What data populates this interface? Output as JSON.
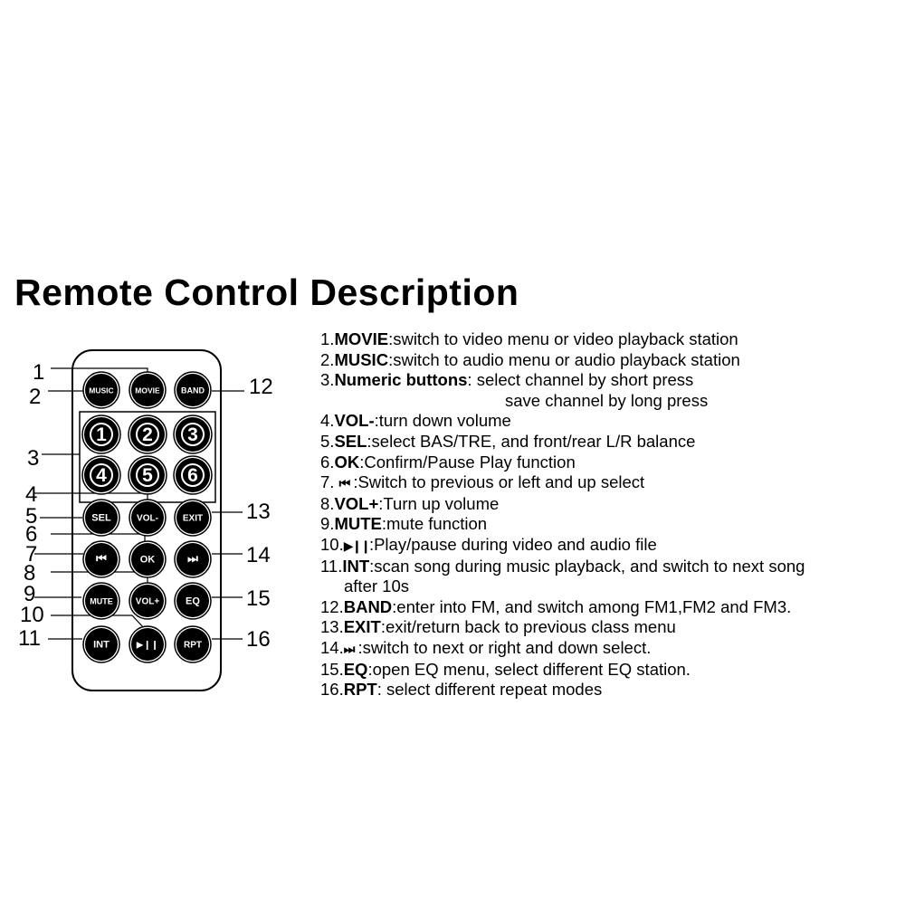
{
  "title": "Remote Control Description",
  "remote": {
    "rows": [
      [
        {
          "label": "MUSIC",
          "size": 8.5
        },
        {
          "label": "MOVIE",
          "size": 8.5
        },
        {
          "label": "BAND",
          "size": 9
        }
      ],
      [
        {
          "label": "1",
          "size": 21
        },
        {
          "label": "2",
          "size": 21
        },
        {
          "label": "3",
          "size": 21
        }
      ],
      [
        {
          "label": "4",
          "size": 21
        },
        {
          "label": "5",
          "size": 21
        },
        {
          "label": "6",
          "size": 21
        }
      ],
      [
        {
          "label": "SEL",
          "size": 11
        },
        {
          "label": "VOL-",
          "size": 10
        },
        {
          "label": "EXIT",
          "size": 10
        }
      ],
      [
        {
          "label": "⏮",
          "size": 13,
          "icon": "previous-icon"
        },
        {
          "label": "OK",
          "size": 11
        },
        {
          "label": "⏭",
          "size": 13,
          "icon": "next-icon"
        }
      ],
      [
        {
          "label": "MUTE",
          "size": 9
        },
        {
          "label": "VOL+",
          "size": 10
        },
        {
          "label": "EQ",
          "size": 11
        }
      ],
      [
        {
          "label": "INT",
          "size": 11
        },
        {
          "label": "▶❙❙",
          "size": 10,
          "icon": "play-pause-icon"
        },
        {
          "label": "RPT",
          "size": 10
        }
      ]
    ],
    "callouts": [
      {
        "n": "1"
      },
      {
        "n": "2"
      },
      {
        "n": "3"
      },
      {
        "n": "4"
      },
      {
        "n": "5"
      },
      {
        "n": "6"
      },
      {
        "n": "7"
      },
      {
        "n": "8"
      },
      {
        "n": "9"
      },
      {
        "n": "10"
      },
      {
        "n": "11"
      },
      {
        "n": "12"
      },
      {
        "n": "13"
      },
      {
        "n": "14"
      },
      {
        "n": "15"
      },
      {
        "n": "16"
      }
    ]
  },
  "descriptions": [
    {
      "num": "1.",
      "name": "MOVIE",
      "text": ":switch to video menu or video playback station"
    },
    {
      "num": "2.",
      "name": "MUSIC",
      "text": ":switch to audio menu or audio playback station"
    },
    {
      "num": "3.",
      "name": "Numeric buttons",
      "text": ": select channel by short press",
      "cont": "save channel by long press"
    },
    {
      "num": "4.",
      "name": "VOL-",
      "text": ":turn down volume"
    },
    {
      "num": "5.",
      "name": "SEL",
      "text": ":select BAS/TRE, and front/rear L/R balance"
    },
    {
      "num": "6.",
      "name": "OK",
      "text": ":Confirm/Pause Play function"
    },
    {
      "num": "7. ",
      "name": "⏮",
      "text": " :Switch to previous or left and up select"
    },
    {
      "num": "8.",
      "name": "VOL+",
      "text": ":Turn up volume"
    },
    {
      "num": "9.",
      "name": "MUTE",
      "text": ":mute function"
    },
    {
      "num": "10.",
      "name": "▶❙❙",
      "text": ":Play/pause during video and audio file"
    },
    {
      "num": "11.",
      "name": "INT",
      "text": ":scan song during music playback, and switch to next song",
      "cont": "after 10s"
    },
    {
      "num": "12.",
      "name": "BAND",
      "text": ":enter into  FM, and switch among FM1,FM2 and FM3."
    },
    {
      "num": "13.",
      "name": "EXIT",
      "text": ":exit/return back to previous class menu"
    },
    {
      "num": "14.",
      "name": "⏭",
      "text": " :switch to next or right and down select."
    },
    {
      "num": "15.",
      "name": "EQ",
      "text": ":open EQ menu, select different EQ station."
    },
    {
      "num": "16.",
      "name": "RPT",
      "text": ": select different repeat modes"
    }
  ]
}
